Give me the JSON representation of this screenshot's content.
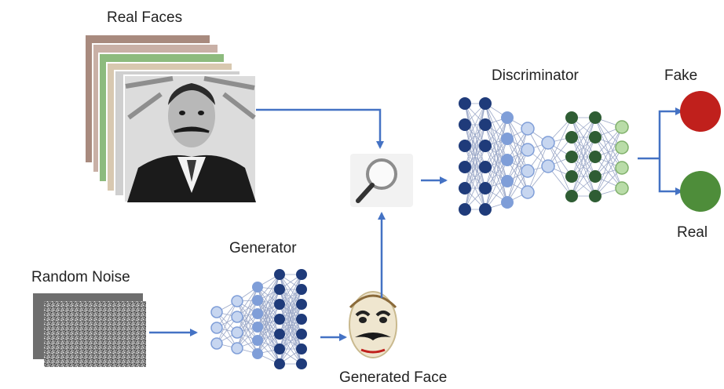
{
  "labels": {
    "real_faces": "Real Faces",
    "random_noise": "Random Noise",
    "generator": "Generator",
    "generated_face": "Generated Face",
    "discriminator": "Discriminator",
    "fake": "Fake",
    "real": "Real"
  },
  "colors": {
    "arrow": "#4472c4",
    "node_dark_blue": "#1f3b7a",
    "node_mid_blue": "#7f9ed8",
    "node_light_blue": "#c7d6f0",
    "node_dark_green": "#2f5d34",
    "node_light_green": "#b9dca8",
    "fake_output": "#c0201c",
    "real_output": "#4e8d3a",
    "edge": "#9aa7c7"
  },
  "icons": {
    "photo_stack": "photo-stack-icon",
    "noise": "noise-image-icon",
    "mask": "mask-face-icon",
    "magnifier": "magnifying-glass-icon"
  }
}
